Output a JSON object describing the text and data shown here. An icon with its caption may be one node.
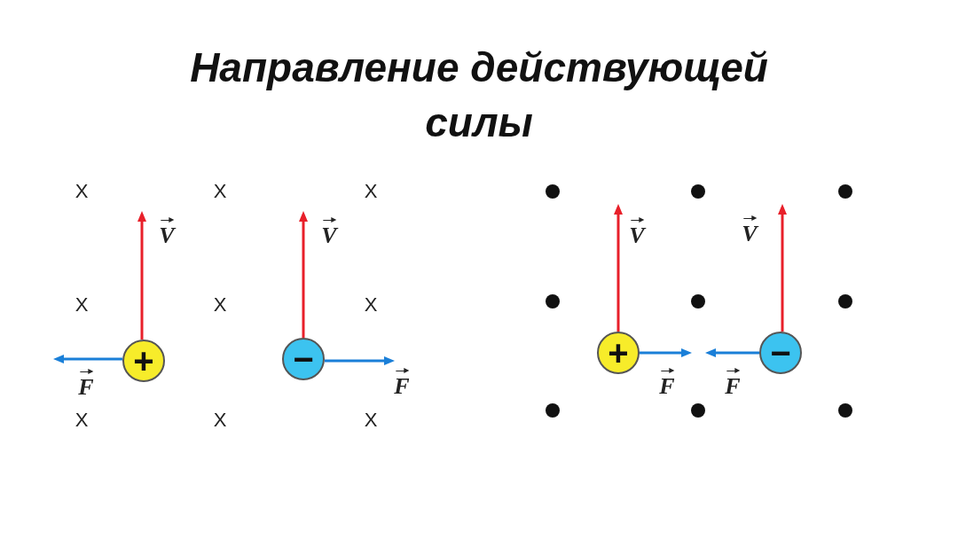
{
  "diagram": {
    "title": "Направление действующей силы",
    "nodes": [
      {
        "text": [
          "+"
        ]
      },
      {
        "text": [
          "−"
        ]
      },
      {
        "text": [
          "+"
        ]
      },
      {
        "text": [
          "−"
        ]
      }
    ],
    "labels": [
      "X",
      "X",
      "X",
      "V",
      "V",
      "X",
      "X",
      "X",
      "F",
      "F",
      "X",
      "X",
      "X",
      "V",
      "V",
      "F",
      "F"
    ]
  }
}
